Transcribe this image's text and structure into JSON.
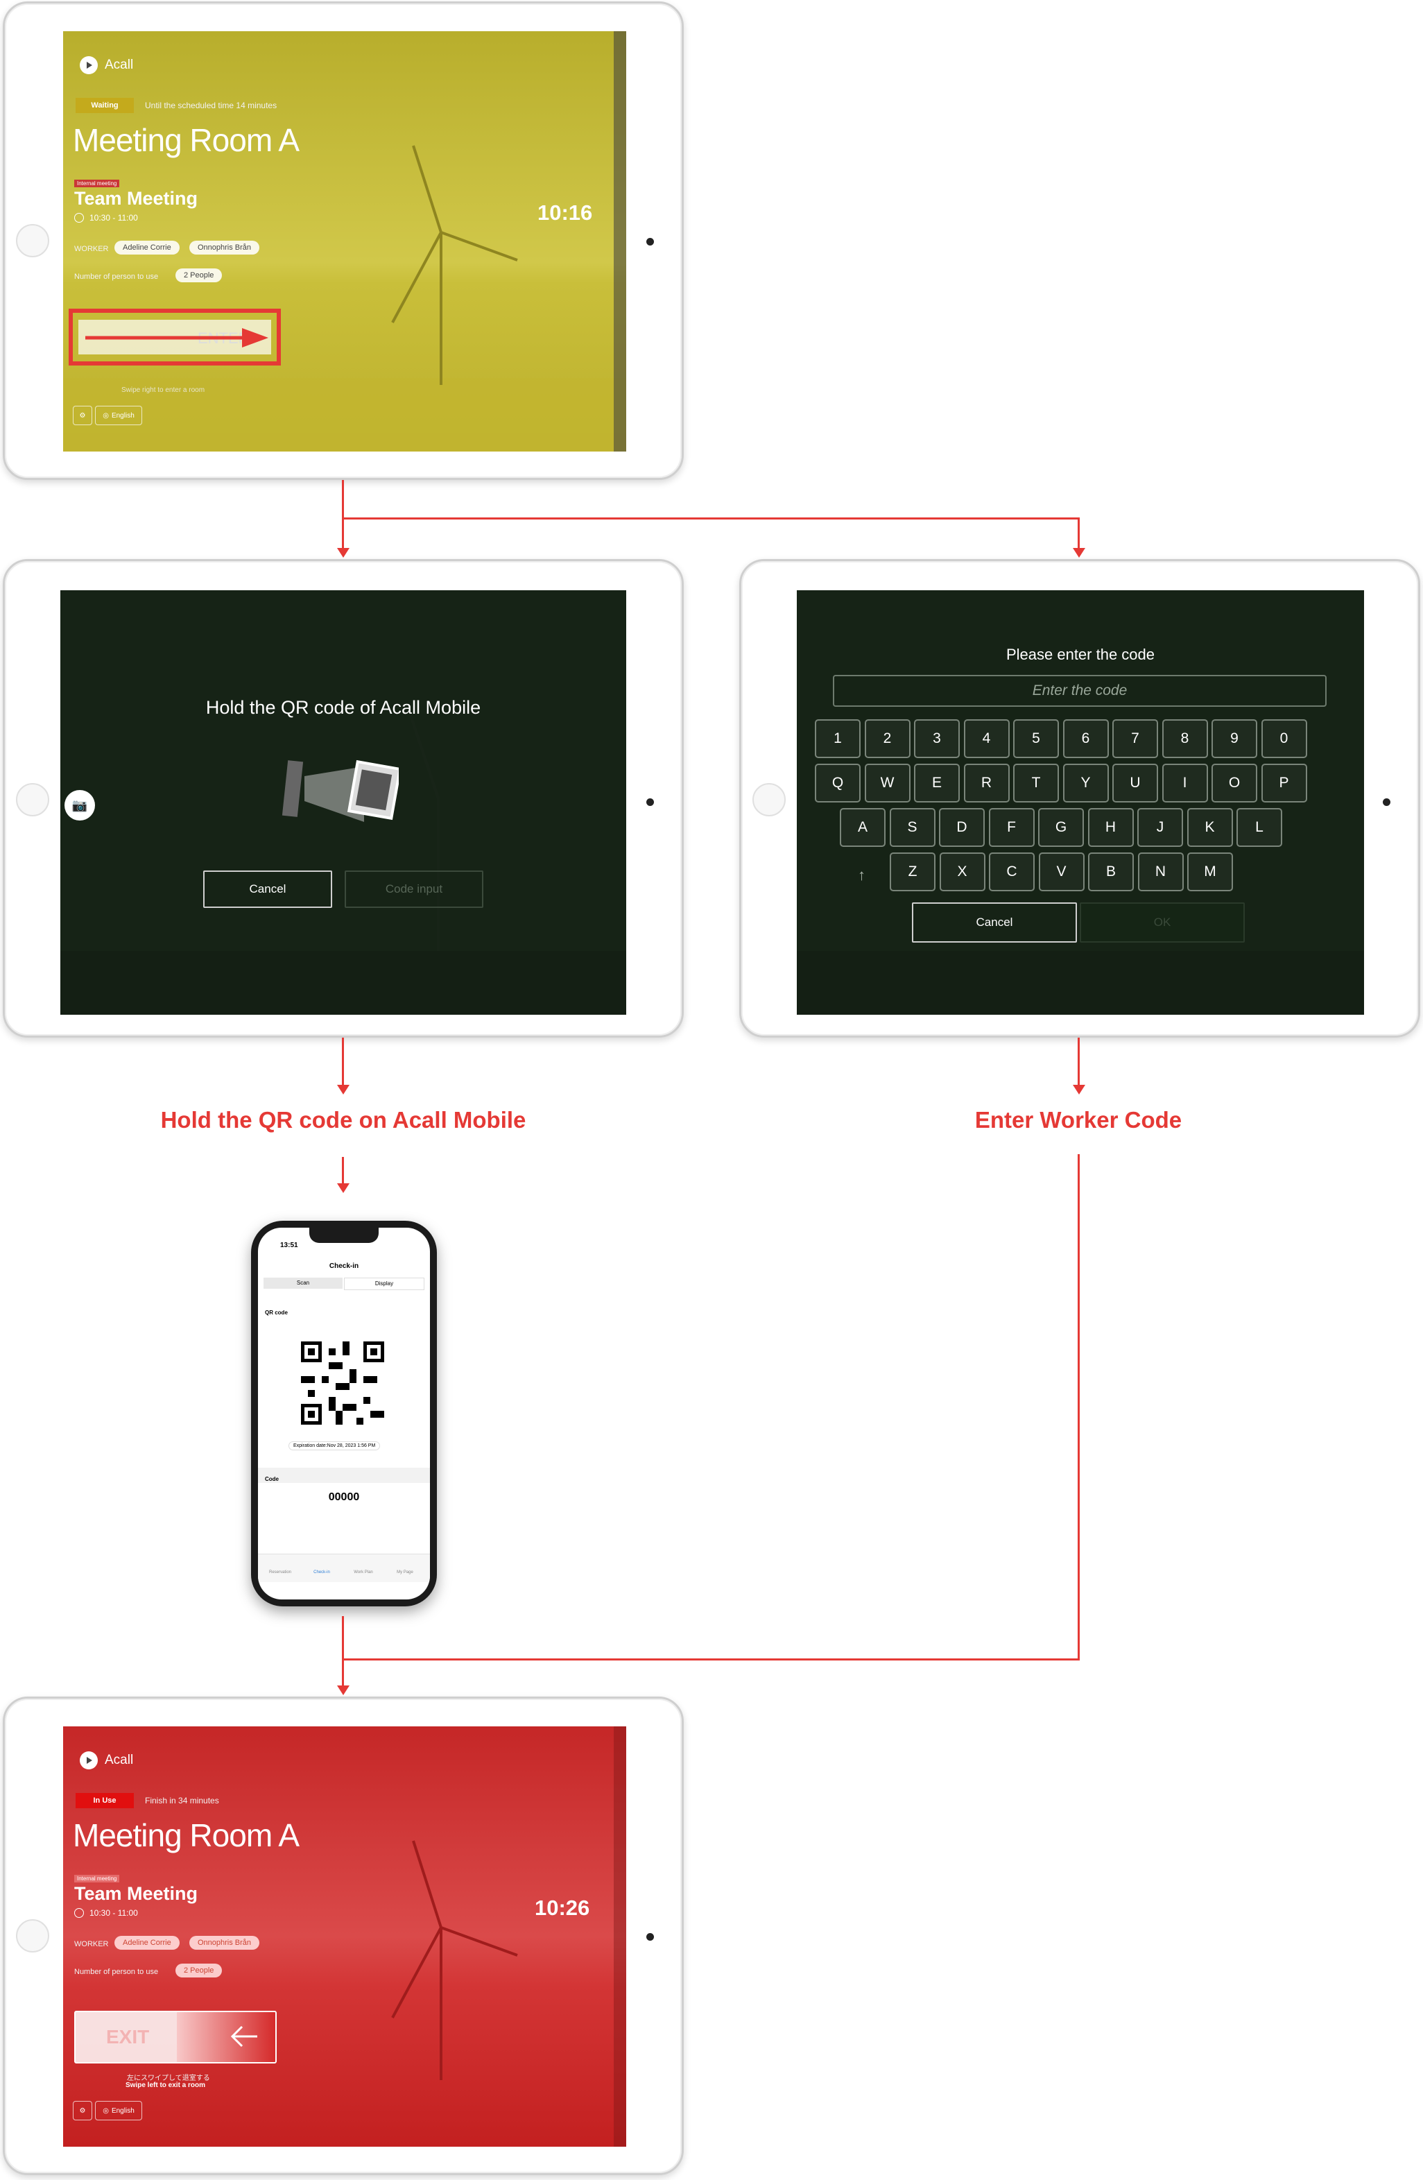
{
  "screen_waiting": {
    "app_name": "Acall",
    "status_badge": "Waiting",
    "status_note": "Until the scheduled time 14 minutes",
    "room_name": "Meeting Room A",
    "meeting_tag": "Internal meeting",
    "meeting_title": "Team Meeting",
    "time_range": "10:30 - 11:00",
    "worker_label": "WORKER",
    "workers": [
      "Adeline Corrie",
      "Onnophris Brån"
    ],
    "people_label": "Number of person to use",
    "people_count": "2 People",
    "clock": "10:16",
    "slider_label": "ENTER",
    "swipe_hint": "Swipe right to enter a room",
    "language": "English",
    "colors": {
      "overlay": "#cbc23a",
      "badge": "#c4aa1c",
      "highlight": "#e53935"
    }
  },
  "screen_qr": {
    "title": "Hold the QR code of Acall Mobile",
    "cancel": "Cancel",
    "code_input": "Code input"
  },
  "screen_keypad": {
    "title": "Please enter the code",
    "placeholder": "Enter the code",
    "row1": [
      "1",
      "2",
      "3",
      "4",
      "5",
      "6",
      "7",
      "8",
      "9",
      "0"
    ],
    "row2": [
      "Q",
      "W",
      "E",
      "R",
      "T",
      "Y",
      "U",
      "I",
      "O",
      "P"
    ],
    "row3": [
      "A",
      "S",
      "D",
      "F",
      "G",
      "H",
      "J",
      "K",
      "L"
    ],
    "row4": [
      "Z",
      "X",
      "C",
      "V",
      "B",
      "N",
      "M"
    ],
    "shift": "↑",
    "cancel": "Cancel",
    "ok": "OK"
  },
  "flow": {
    "left_label": "Hold the QR code on Acall Mobile",
    "right_label": "Enter Worker Code"
  },
  "phone": {
    "time": "13:51",
    "header": "Check-in",
    "tab_scan": "Scan",
    "tab_display": "Display",
    "qr_label": "QR code",
    "expiration": "Expiration date:Nov 28, 2023 1:56 PM",
    "code_label": "Code",
    "code_value": "00000",
    "nav": [
      "Reservation",
      "Check-in",
      "Work Plan",
      "My Page"
    ]
  },
  "screen_inuse": {
    "app_name": "Acall",
    "status_badge": "In Use",
    "status_note": "Finish in 34 minutes",
    "room_name": "Meeting Room A",
    "meeting_tag": "Internal meeting",
    "meeting_title": "Team Meeting",
    "time_range": "10:30 - 11:00",
    "worker_label": "WORKER",
    "workers": [
      "Adeline Corrie",
      "Onnophris Brån"
    ],
    "people_label": "Number of person to use",
    "people_count": "2 People",
    "clock": "10:26",
    "exit_label": "EXIT",
    "swipe_hint_jp": "左にスワイプして退室する",
    "swipe_hint_en": "Swipe left to exit a room",
    "language": "English",
    "colors": {
      "overlay": "#d92b2b",
      "badge": "#e10f0f"
    }
  }
}
